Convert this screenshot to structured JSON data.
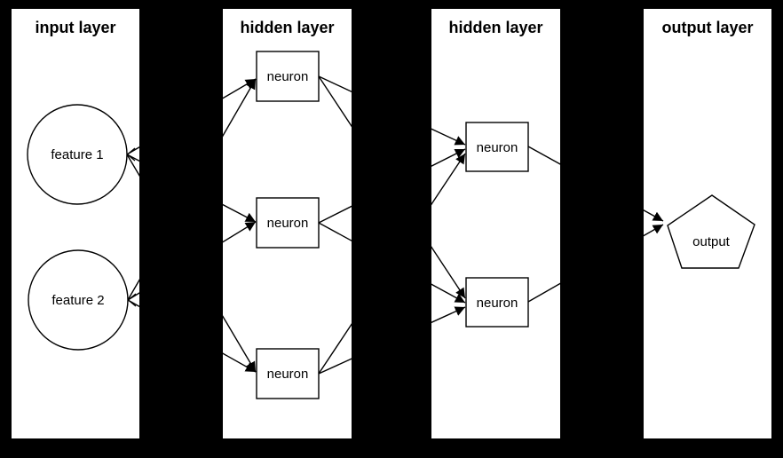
{
  "diagram": {
    "type": "neural-network-flow-diagram",
    "colors": {
      "background": "#000000",
      "panel": "#ffffff",
      "stroke": "#000000",
      "text": "#000000"
    },
    "layers": [
      {
        "id": "input-layer",
        "title": "input layer",
        "nodes": [
          {
            "id": "feature-1",
            "label": "feature 1",
            "shape": "circle"
          },
          {
            "id": "feature-2",
            "label": "feature 2",
            "shape": "circle"
          }
        ]
      },
      {
        "id": "hidden-layer-1",
        "title": "hidden layer",
        "nodes": [
          {
            "id": "h1-neuron-1",
            "label": "neuron",
            "shape": "rectangle"
          },
          {
            "id": "h1-neuron-2",
            "label": "neuron",
            "shape": "rectangle"
          },
          {
            "id": "h1-neuron-3",
            "label": "neuron",
            "shape": "rectangle"
          }
        ]
      },
      {
        "id": "hidden-layer-2",
        "title": "hidden layer",
        "nodes": [
          {
            "id": "h2-neuron-1",
            "label": "neuron",
            "shape": "rectangle"
          },
          {
            "id": "h2-neuron-2",
            "label": "neuron",
            "shape": "rectangle"
          }
        ]
      },
      {
        "id": "output-layer",
        "title": "output layer",
        "nodes": [
          {
            "id": "output",
            "label": "output",
            "shape": "pentagon"
          }
        ]
      }
    ],
    "edges": [
      {
        "from": "feature-1",
        "to": "h1-neuron-1"
      },
      {
        "from": "feature-1",
        "to": "h1-neuron-2"
      },
      {
        "from": "feature-1",
        "to": "h1-neuron-3"
      },
      {
        "from": "feature-2",
        "to": "h1-neuron-1"
      },
      {
        "from": "feature-2",
        "to": "h1-neuron-2"
      },
      {
        "from": "feature-2",
        "to": "h1-neuron-3"
      },
      {
        "from": "h1-neuron-1",
        "to": "h2-neuron-1"
      },
      {
        "from": "h1-neuron-1",
        "to": "h2-neuron-2"
      },
      {
        "from": "h1-neuron-2",
        "to": "h2-neuron-1"
      },
      {
        "from": "h1-neuron-2",
        "to": "h2-neuron-2"
      },
      {
        "from": "h1-neuron-3",
        "to": "h2-neuron-1"
      },
      {
        "from": "h1-neuron-3",
        "to": "h2-neuron-2"
      },
      {
        "from": "h2-neuron-1",
        "to": "output"
      },
      {
        "from": "h2-neuron-2",
        "to": "output"
      }
    ]
  }
}
